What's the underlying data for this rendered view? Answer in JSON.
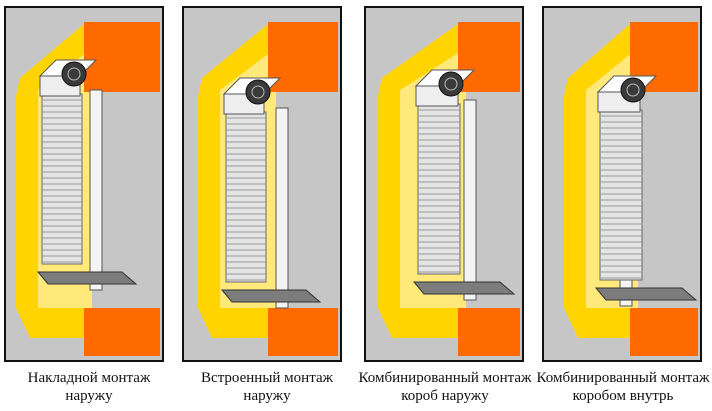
{
  "colors": {
    "background": "#ffffff",
    "panel": "#c6c6c6",
    "wall": "#ffd400",
    "wall_edge": "#ffe97a",
    "brick": "#ff6a00",
    "box": "#eeeeee",
    "shutter_slat": "#e4e4e4",
    "shutter_line": "#9a9a9a",
    "frame": "#f4f4f4",
    "sill": "#7c7c7c",
    "border": "#111111"
  },
  "icons": [
    "wall-section",
    "brick-lintel",
    "roller-box",
    "fan-grille-icon",
    "shutter-slats",
    "window-frame",
    "window-sill",
    "brick-base"
  ],
  "panels": [
    {
      "caption_line1": "Накладной монтаж",
      "caption_line2": "наружу"
    },
    {
      "caption_line1": "Встроенный монтаж",
      "caption_line2": "наружу"
    },
    {
      "caption_line1": "Комбинированный  монтаж",
      "caption_line2": "короб наружу"
    },
    {
      "caption_line1": "Комбинированный монтаж",
      "caption_line2": "коробом внутрь"
    }
  ]
}
